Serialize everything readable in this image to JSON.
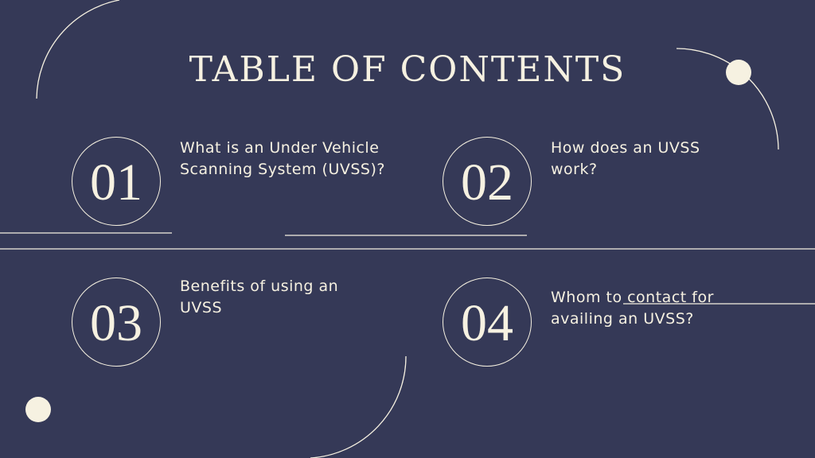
{
  "title": "TABLE OF CONTENTS",
  "items": [
    {
      "number": "01",
      "text_line1": "What is an Under Vehicle",
      "text_line2": "Scanning System (UVSS)?"
    },
    {
      "number": "02",
      "text_line1": "How does an UVSS",
      "text_line2": "work?"
    },
    {
      "number": "03",
      "text_line1": "Benefits of using an",
      "text_line2": "UVSS"
    },
    {
      "number": "04",
      "text_line1": "Whom to contact for",
      "text_line2": "availing an UVSS?"
    }
  ],
  "colors": {
    "background": "#353957",
    "foreground": "#F6F1E1"
  }
}
